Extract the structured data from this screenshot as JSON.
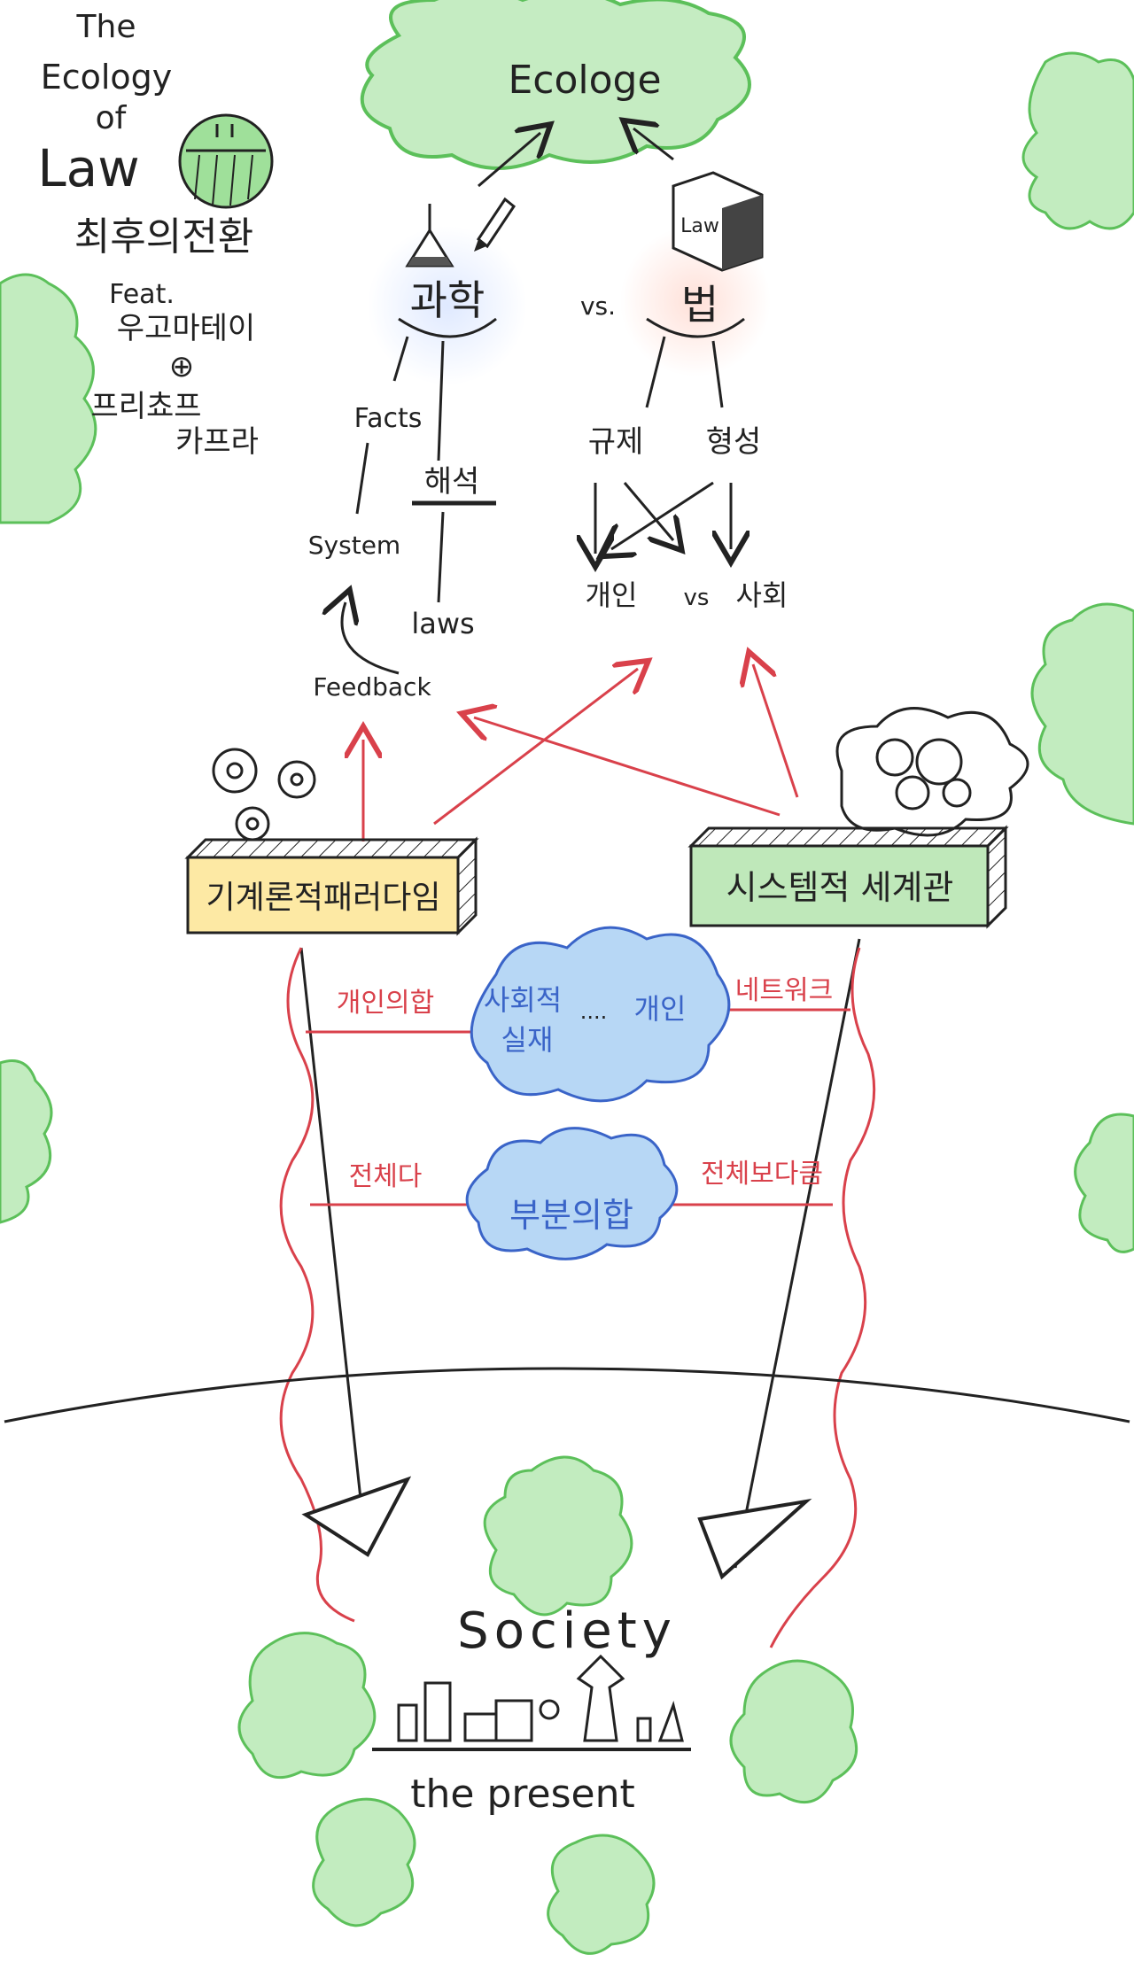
{
  "title": {
    "line1": "The",
    "line2": "Ecology",
    "line3": "of",
    "line4": "Law"
  },
  "subtitle": "최후의전환",
  "feat": {
    "label": "Feat.",
    "author1": "우고마테이",
    "plus": "⊕",
    "author2": "프리쵸프",
    "author3": "카프라"
  },
  "top_cloud": "Ecologe",
  "science": {
    "label": "과학",
    "facts": "Facts",
    "interpretation": "해석",
    "system": "System",
    "laws": "laws",
    "feedback": "Feedback"
  },
  "vs_label": "vs.",
  "law": {
    "label": "법",
    "book": "Law",
    "regulation": "규제",
    "formation": "형성",
    "individual": "개인",
    "vs": "vs",
    "society": "사회"
  },
  "mechanistic": "기계론적패러다임",
  "systemic": "시스템적 세계관",
  "middle": {
    "sum_of_individuals": "개인의합",
    "network": "네트워크",
    "cloud1_line1a": "사회적",
    "cloud1_dots": "....",
    "cloud1_line1b": "개인",
    "cloud1_line2": "실재",
    "whole_is": "전체다",
    "whole_greater": "전체보다큼",
    "cloud2": "부분의합"
  },
  "bottom": {
    "society": "Society",
    "present": "the present"
  },
  "colors": {
    "green": "#6fd06b",
    "yellow": "#fde9a4",
    "green_box": "#bfe8ba",
    "blue_cloud": "#b7d7f5",
    "red": "#d9414b",
    "ink": "#222222"
  },
  "icons": [
    "globe-icon",
    "flask-icon",
    "pen-icon",
    "law-book-icon",
    "gear-icon",
    "thought-cloud-icon",
    "city-skyline-icon"
  ]
}
